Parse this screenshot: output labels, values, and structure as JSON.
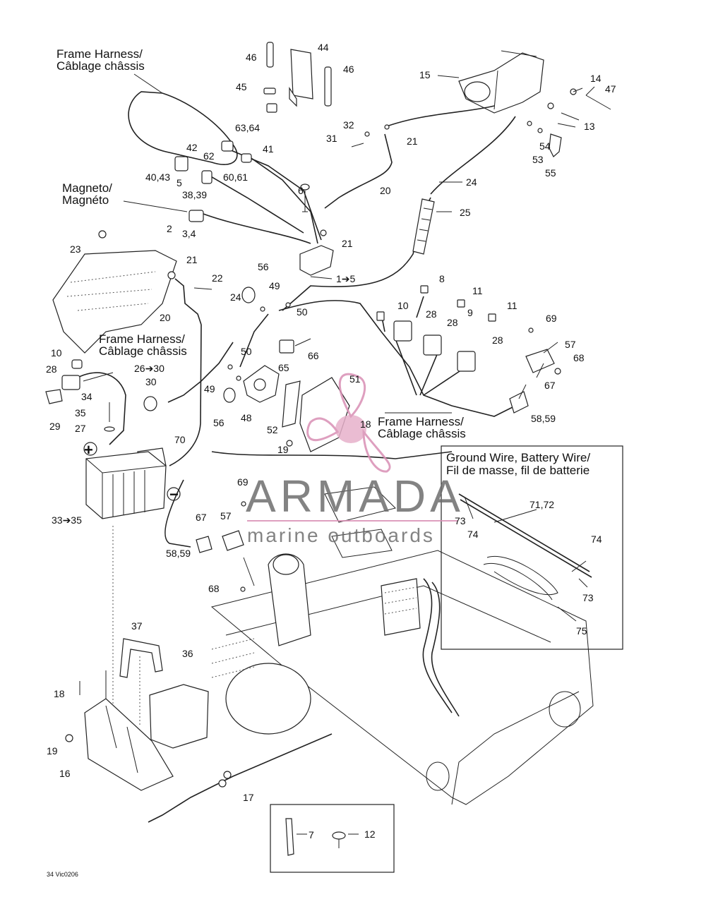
{
  "callouts": {
    "frame_harness_top": [
      "Frame Harness/",
      "Câblage châssis"
    ],
    "magneto": [
      "Magneto/",
      "Magnéto"
    ],
    "frame_harness_mid": [
      "Frame Harness/",
      "Câblage châssis"
    ],
    "frame_harness_right": [
      "Frame Harness/",
      "Câblage châssis"
    ],
    "ground_battery": [
      "Ground Wire, Battery Wire/",
      "Fil de masse, fil de batterie"
    ]
  },
  "labels": {
    "l46a": "46",
    "l44": "44",
    "l46b": "46",
    "l45": "45",
    "l6364": "63,64",
    "l62": "62",
    "l42": "42",
    "l4043": "40,43",
    "l41": "41",
    "l6061": "60,61",
    "l5": "5",
    "l3839": "38,39",
    "l2": "2",
    "l34": "3,4",
    "l6": "6",
    "l21a": "21",
    "l1to5": "1➔5",
    "l20a": "20",
    "l32": "32",
    "l31": "31",
    "l21b": "21",
    "l15": "15",
    "l14": "14",
    "l47": "47",
    "l13": "13",
    "l54": "54",
    "l53": "53",
    "l55": "55",
    "l24a": "24",
    "l25": "25",
    "l23": "23",
    "l21c": "21",
    "l22": "22",
    "l20b": "20",
    "l56a": "56",
    "l49a": "49",
    "l50a": "50",
    "l24b": "24",
    "l8": "8",
    "l11a": "11",
    "l11b": "11",
    "l10a": "10",
    "l28a": "28",
    "l28b": "28",
    "l9": "9",
    "l28c": "28",
    "l69a": "69",
    "l57a": "57",
    "l68a": "68",
    "l67a": "67",
    "l5859a": "58,59",
    "l10b": "10",
    "l28d": "28",
    "l26to30": "26➔30",
    "l30": "30",
    "l34b": "34",
    "l35": "35",
    "l27": "27",
    "l29": "29",
    "l70": "70",
    "l50b": "50",
    "l49b": "49",
    "l56b": "56",
    "l48": "48",
    "l66": "66",
    "l65": "65",
    "l51": "51",
    "l52": "52",
    "l18a": "18",
    "l19a": "19",
    "plus": "+",
    "minus": "−",
    "l3335": "33➔35",
    "l69b": "69",
    "l67b": "67",
    "l57b": "57",
    "l5859b": "58,59",
    "l68b": "68",
    "l7172": "71,72",
    "l73a": "73",
    "l74a": "74",
    "l74b": "74",
    "l73b": "73",
    "l75": "75",
    "l37": "37",
    "l36": "36",
    "l18b": "18",
    "l19b": "19",
    "l16": "16",
    "l17": "17",
    "l7": "7",
    "l12": "12"
  },
  "figure_code": "34 Vic0206",
  "watermark": {
    "title": "ARMADA",
    "subtitle": "marine outboards",
    "accent_color": "#d98fb4"
  }
}
